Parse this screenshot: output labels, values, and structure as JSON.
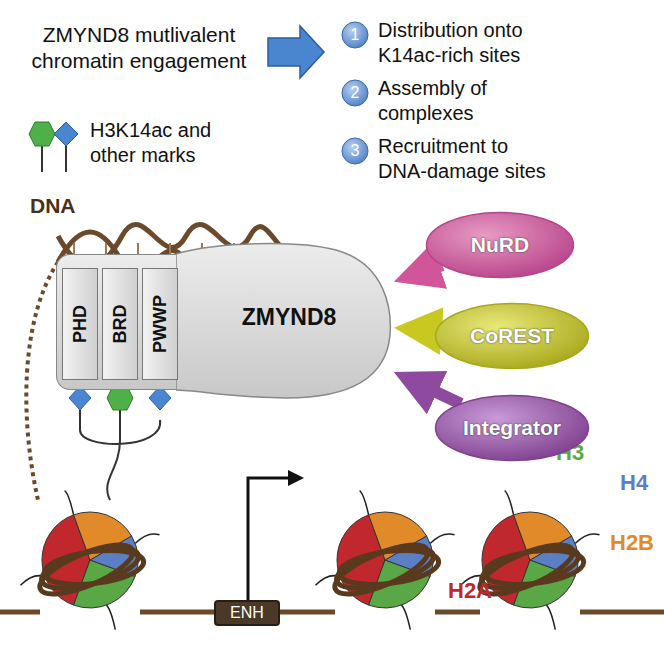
{
  "diagram": {
    "title": "ZMYND8 mutlivalent chromatin engagement",
    "nodes": [
      {
        "text": [
          "1",
          "Distribution onto K14ac-rich sites"
        ]
      },
      {
        "text": [
          "2",
          "Assembly of complexes"
        ]
      },
      {
        "text": [
          "3",
          "Recruitment to DNA-damage sites"
        ]
      },
      {
        "text": [
          "ZMYND8"
        ]
      },
      {
        "text": [
          "PHD"
        ]
      },
      {
        "text": [
          "BRD"
        ]
      },
      {
        "text": [
          "PWWP"
        ]
      },
      {
        "text": [
          "NuRD"
        ]
      },
      {
        "text": [
          "CoREST"
        ]
      },
      {
        "text": [
          "Integrator"
        ]
      },
      {
        "text": [
          "ENH"
        ]
      }
    ],
    "edges": [
      {
        "from": 7,
        "to": 3,
        "arrow": "to"
      },
      {
        "from": 8,
        "to": 3,
        "arrow": "to"
      },
      {
        "from": 9,
        "to": 3,
        "arrow": "to"
      }
    ],
    "labels": [
      "DNA",
      "H3",
      "H4",
      "H2A",
      "H2B"
    ],
    "legend": [
      {
        "text": "H3K14ac and other marks"
      }
    ]
  }
}
